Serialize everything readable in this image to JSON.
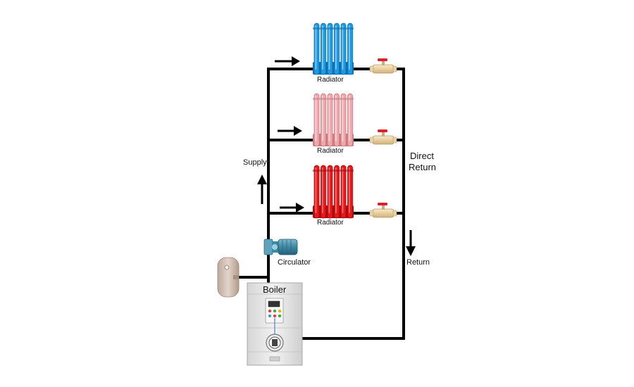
{
  "diagram": {
    "radiators": [
      {
        "label": "Radiator",
        "color": "#1e9be0",
        "highlight": "#7cc8f2",
        "shadow": "#0f6fb0"
      },
      {
        "label": "Radiator",
        "color": "#f0a6aa",
        "highlight": "#f8d3d5",
        "shadow": "#c97d82"
      },
      {
        "label": "Radiator",
        "color": "#e8171a",
        "highlight": "#ff6a6a",
        "shadow": "#a50e10"
      }
    ],
    "labels": {
      "supply": "Supply",
      "direct_return_line1": "Direct",
      "direct_return_line2": "Return",
      "return": "Return",
      "circulator": "Circulator",
      "boiler": "Boiler"
    },
    "colors": {
      "pipe": "#000000",
      "valve_body": "#efd9b0",
      "valve_handle": "#d8232a",
      "tank": "#cdb9ae",
      "pump": "#4a90a8",
      "boiler_body": "#e6e6e6"
    }
  }
}
